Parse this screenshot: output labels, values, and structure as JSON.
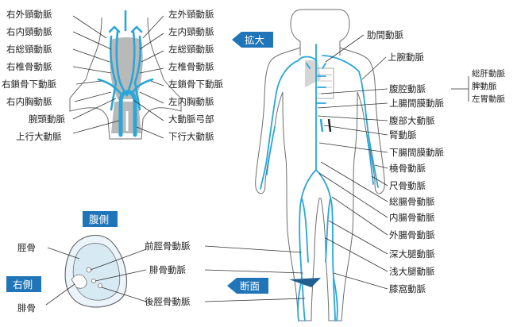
{
  "colors": {
    "artery": "#2aa6d8",
    "badge": "#1f75b8",
    "outline": "#6d6d6d"
  },
  "badges": {
    "enlarge": "拡大",
    "section": "断面",
    "ventral": "腹側",
    "right": "右側"
  },
  "head_left": [
    "右外頸動脈",
    "右内頸動脈",
    "右総頸動脈",
    "右椎骨動脈",
    "右鎖骨下動脈",
    "右内胸動脈",
    "腕頭動脈",
    "上行大動脈"
  ],
  "head_right": [
    "左外頸動脈",
    "左内頸動脈",
    "左総頸動脈",
    "左椎骨動脈",
    "左鎖骨下動脈",
    "左内胸動脈",
    "大動脈弓部",
    "下行大動脈"
  ],
  "body_right": [
    "肋間動脈",
    "上腕動脈",
    "腹腔動脈",
    "上腸間膜動脈",
    "腹部大動脈",
    "腎動脈",
    "下腸間膜動脈",
    "橈骨動脈",
    "尺骨動脈",
    "総腸骨動脈",
    "内腸骨動脈",
    "外腸骨動脈",
    "深大腿動脈",
    "浅大腿動脈",
    "膝窩動脈"
  ],
  "celiac_branches": [
    "総肝動脈",
    "脾動脈",
    "左胃動脈"
  ],
  "section_left": [
    "脛骨",
    "腓骨"
  ],
  "section_right": [
    "前脛骨動脈",
    "腓骨動脈",
    "後脛骨動脈"
  ]
}
